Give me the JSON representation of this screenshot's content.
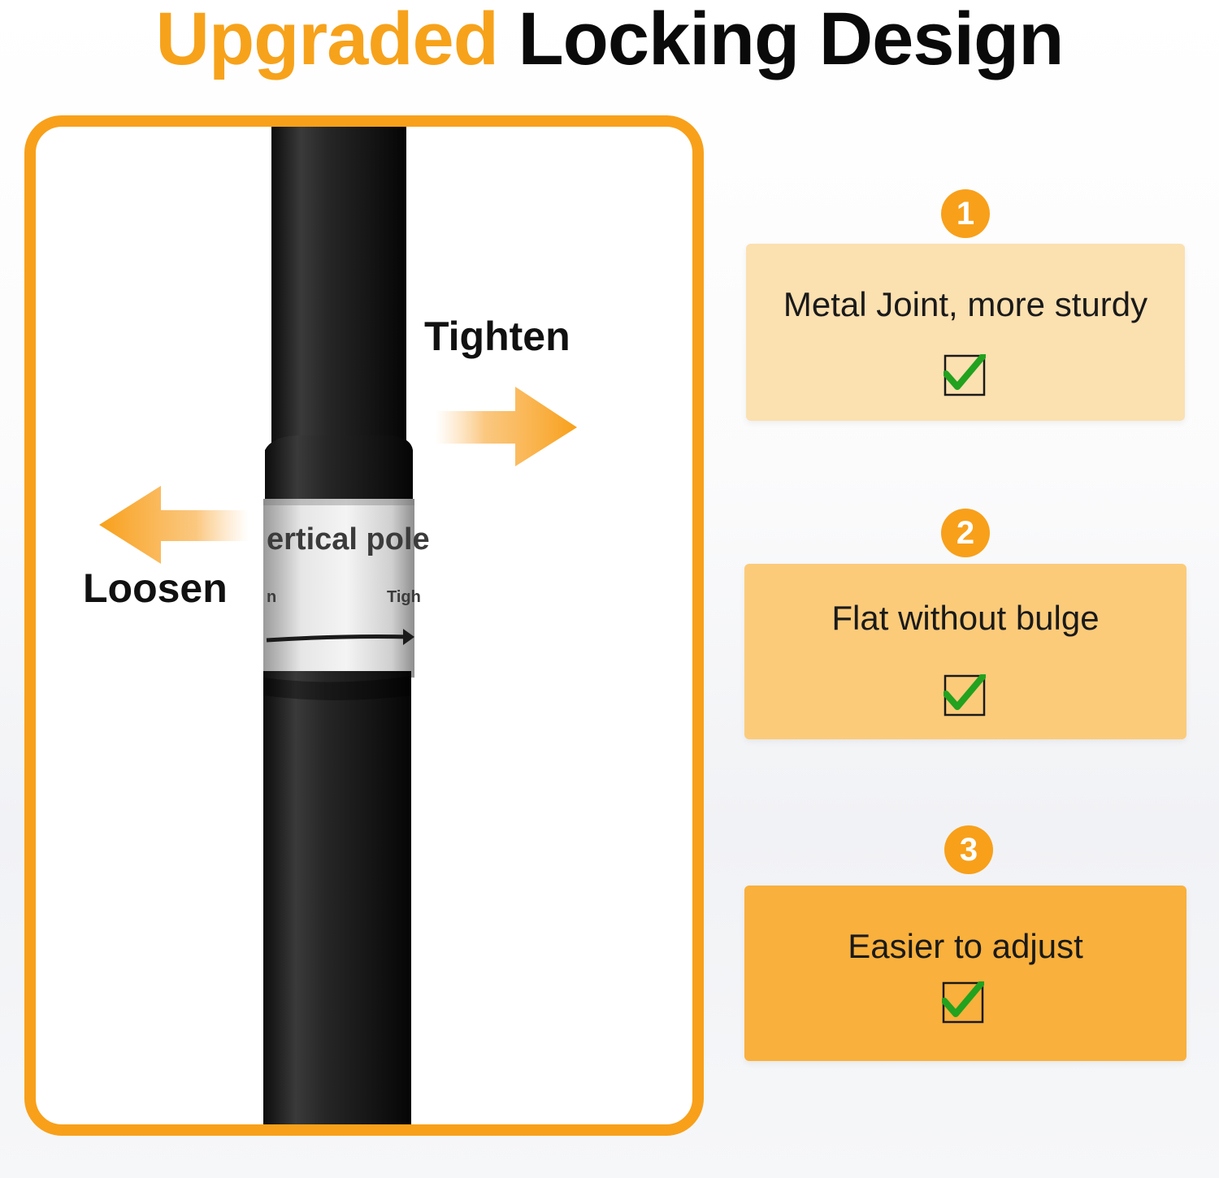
{
  "title": {
    "accent": "Upgraded",
    "rest": "Locking Design"
  },
  "colors": {
    "accent": "#f8a01a",
    "card_1": "#fbe0b0",
    "card_2": "#fbcb7a",
    "card_3": "#f9b03c",
    "check": "#22a21f"
  },
  "illustration": {
    "tighten_label": "Tighten",
    "loosen_label": "Loosen",
    "collar_text": "ertical pole",
    "collar_small_left": "n",
    "collar_small_right": "Tigh"
  },
  "features": [
    {
      "number": "1",
      "text": "Metal Joint, more sturdy",
      "checked": true,
      "icon": "checkbox-check-icon"
    },
    {
      "number": "2",
      "text": "Flat without bulge",
      "checked": true,
      "icon": "checkbox-check-icon"
    },
    {
      "number": "3",
      "text": "Easier to adjust",
      "checked": true,
      "icon": "checkbox-check-icon"
    }
  ]
}
